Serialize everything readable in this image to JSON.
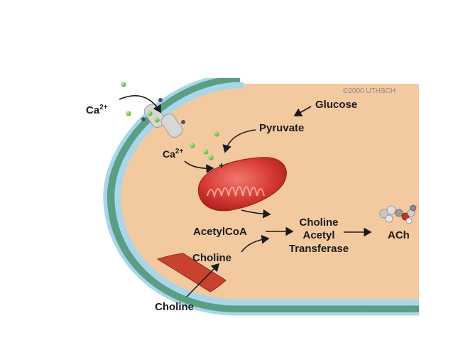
{
  "copyright": "©2000 UTHSCH",
  "labels": {
    "ca_outside": "Ca",
    "ca_outside_sup": "2+",
    "ca_inside": "Ca",
    "ca_inside_sup": "2+",
    "plus": "+",
    "glucose": "Glucose",
    "pyruvate": "Pyruvate",
    "acetylcoa": "AcetylCoA",
    "enzyme_line1": "Choline",
    "enzyme_line2": "Acetyl",
    "enzyme_line3": "Transferase",
    "ach": "ACh",
    "choline_inside": "Choline",
    "choline_outside": "Choline"
  },
  "colors": {
    "cytoplasm": "#f3c9a0",
    "membrane_head": "#a9d6e8",
    "membrane_tail": "#5a9e86",
    "mitochondrion": "#d63a35",
    "transporter": "#c9422e",
    "calcium": "#7cc94b",
    "channel": "#d7d7d7"
  }
}
